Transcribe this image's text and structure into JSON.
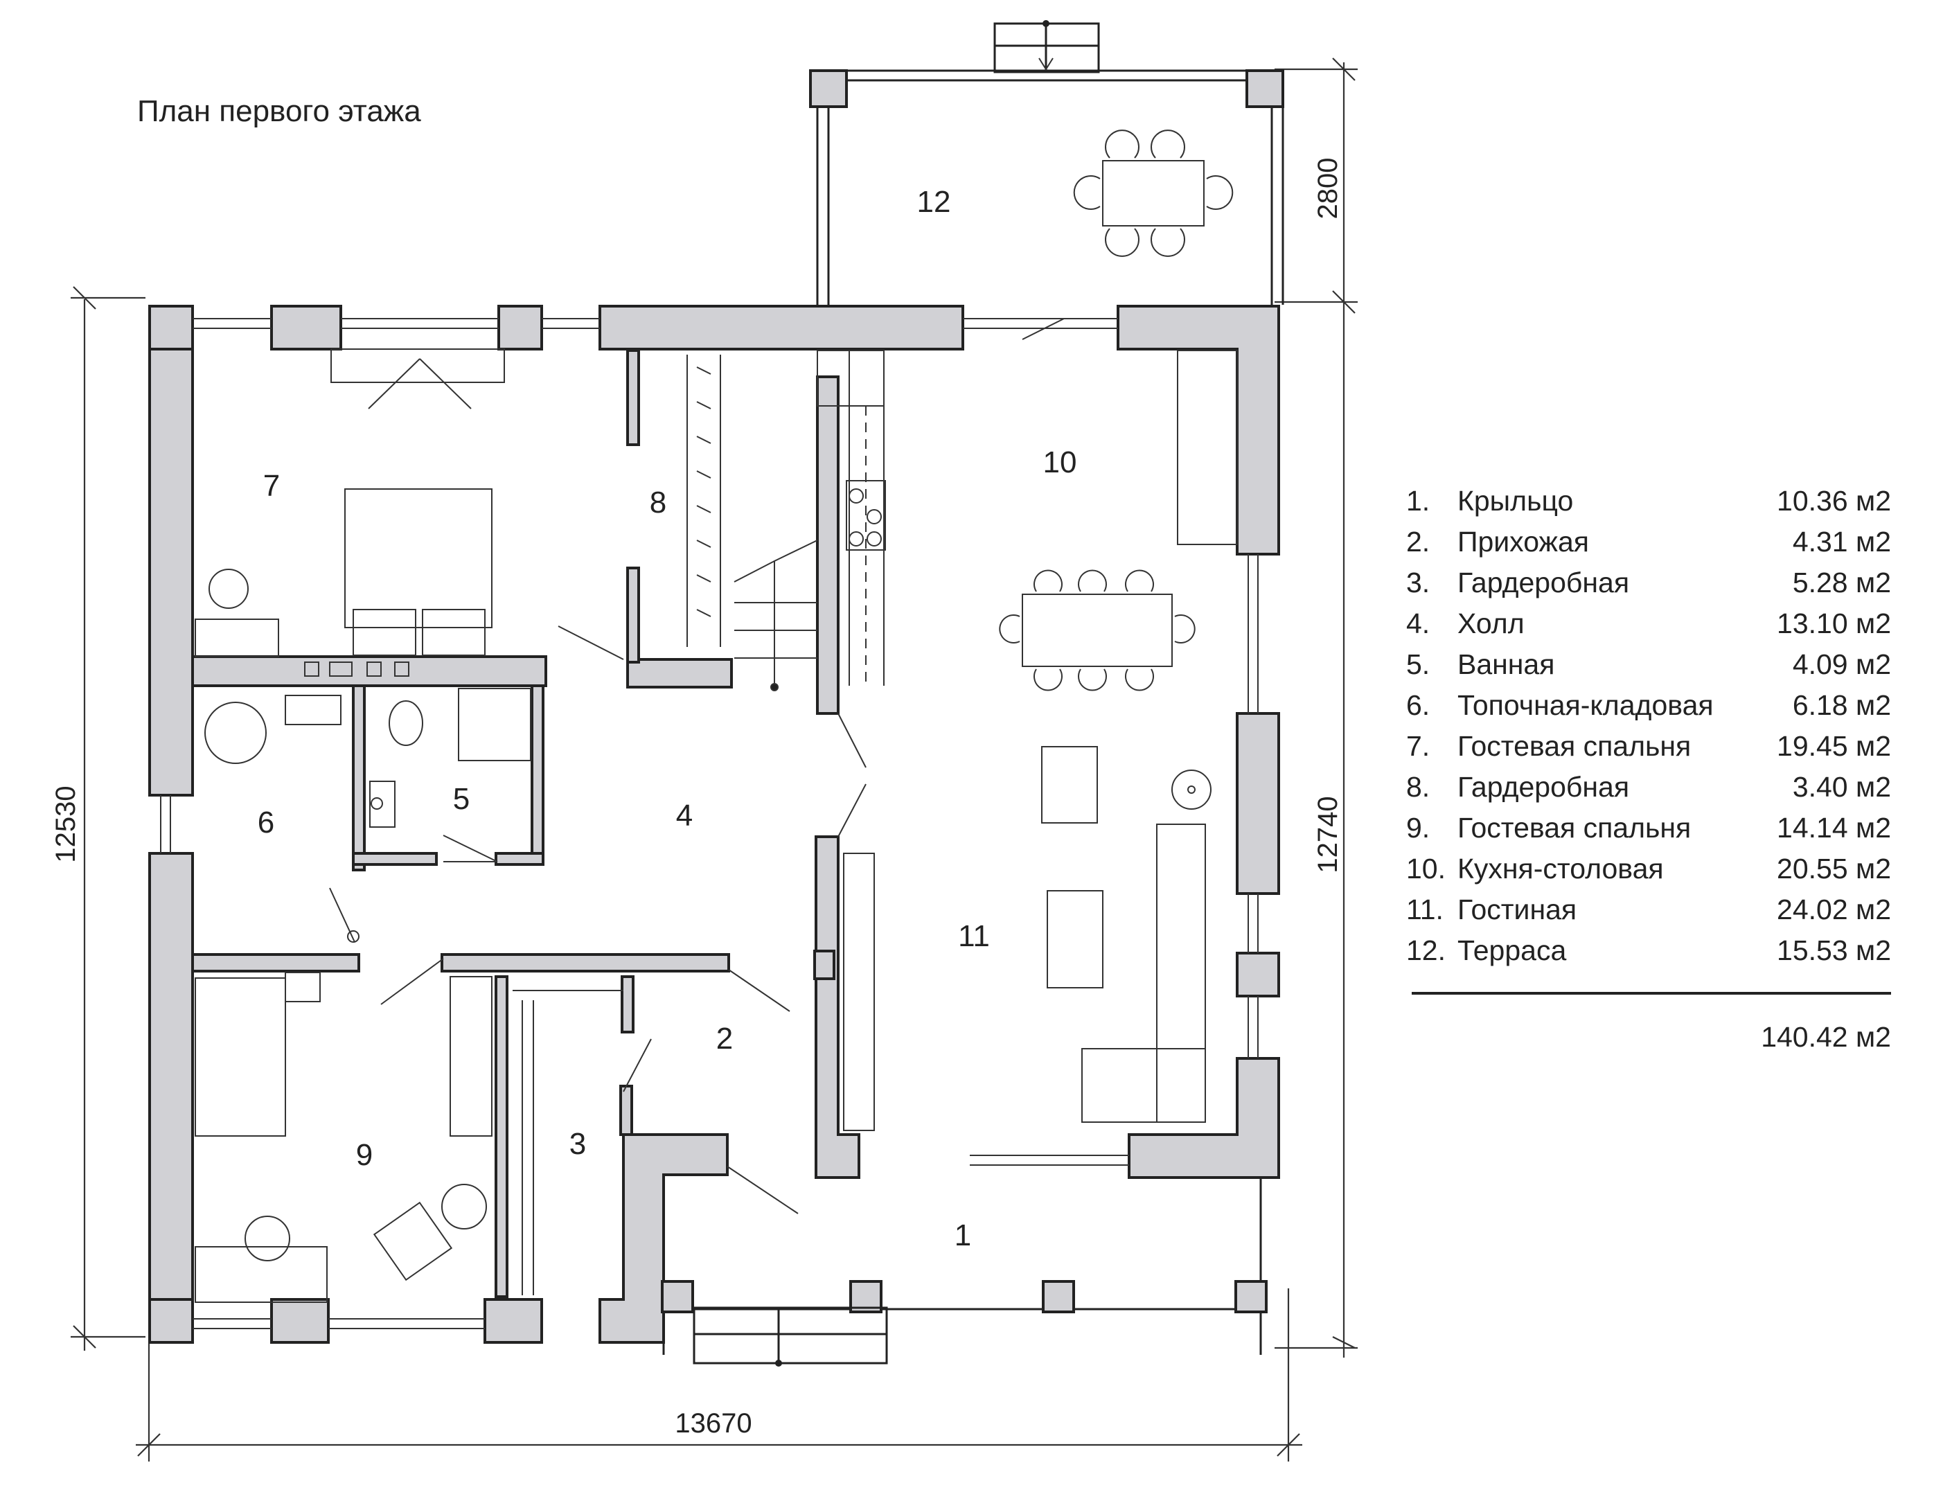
{
  "title": "План первого этажа",
  "rooms": [
    {
      "num": "1.",
      "name": "Крыльцо",
      "area": "10.36 м2",
      "label": "1"
    },
    {
      "num": "2.",
      "name": "Прихожая",
      "area": "4.31 м2",
      "label": "2"
    },
    {
      "num": "3.",
      "name": "Гардеробная",
      "area": "5.28 м2",
      "label": "3"
    },
    {
      "num": "4.",
      "name": "Холл",
      "area": "13.10 м2",
      "label": "4"
    },
    {
      "num": "5.",
      "name": "Ванная",
      "area": "4.09 м2",
      "label": "5"
    },
    {
      "num": "6.",
      "name": "Топочная-кладовая",
      "area": "6.18 м2",
      "label": "6"
    },
    {
      "num": "7.",
      "name": "Гостевая спальня",
      "area": "19.45 м2",
      "label": "7"
    },
    {
      "num": "8.",
      "name": "Гардеробная",
      "area": "3.40 м2",
      "label": "8"
    },
    {
      "num": "9.",
      "name": "Гостевая спальня",
      "area": "14.14 м2",
      "label": "9"
    },
    {
      "num": "10.",
      "name": "Кухня-столовая",
      "area": "20.55 м2",
      "label": "10"
    },
    {
      "num": "11.",
      "name": "Гостиная",
      "area": "24.02 м2",
      "label": "11"
    },
    {
      "num": "12.",
      "name": "Терраса",
      "area": "15.53 м2",
      "label": "12"
    }
  ],
  "total_area": "140.42 м2",
  "dimensions": {
    "overall_width": "13670",
    "left_height": "12530",
    "right_height": "12740",
    "terrace_depth": "2800"
  },
  "colors": {
    "wall_fill": "#d1d1d5",
    "line": "#222222",
    "background": "#ffffff"
  }
}
